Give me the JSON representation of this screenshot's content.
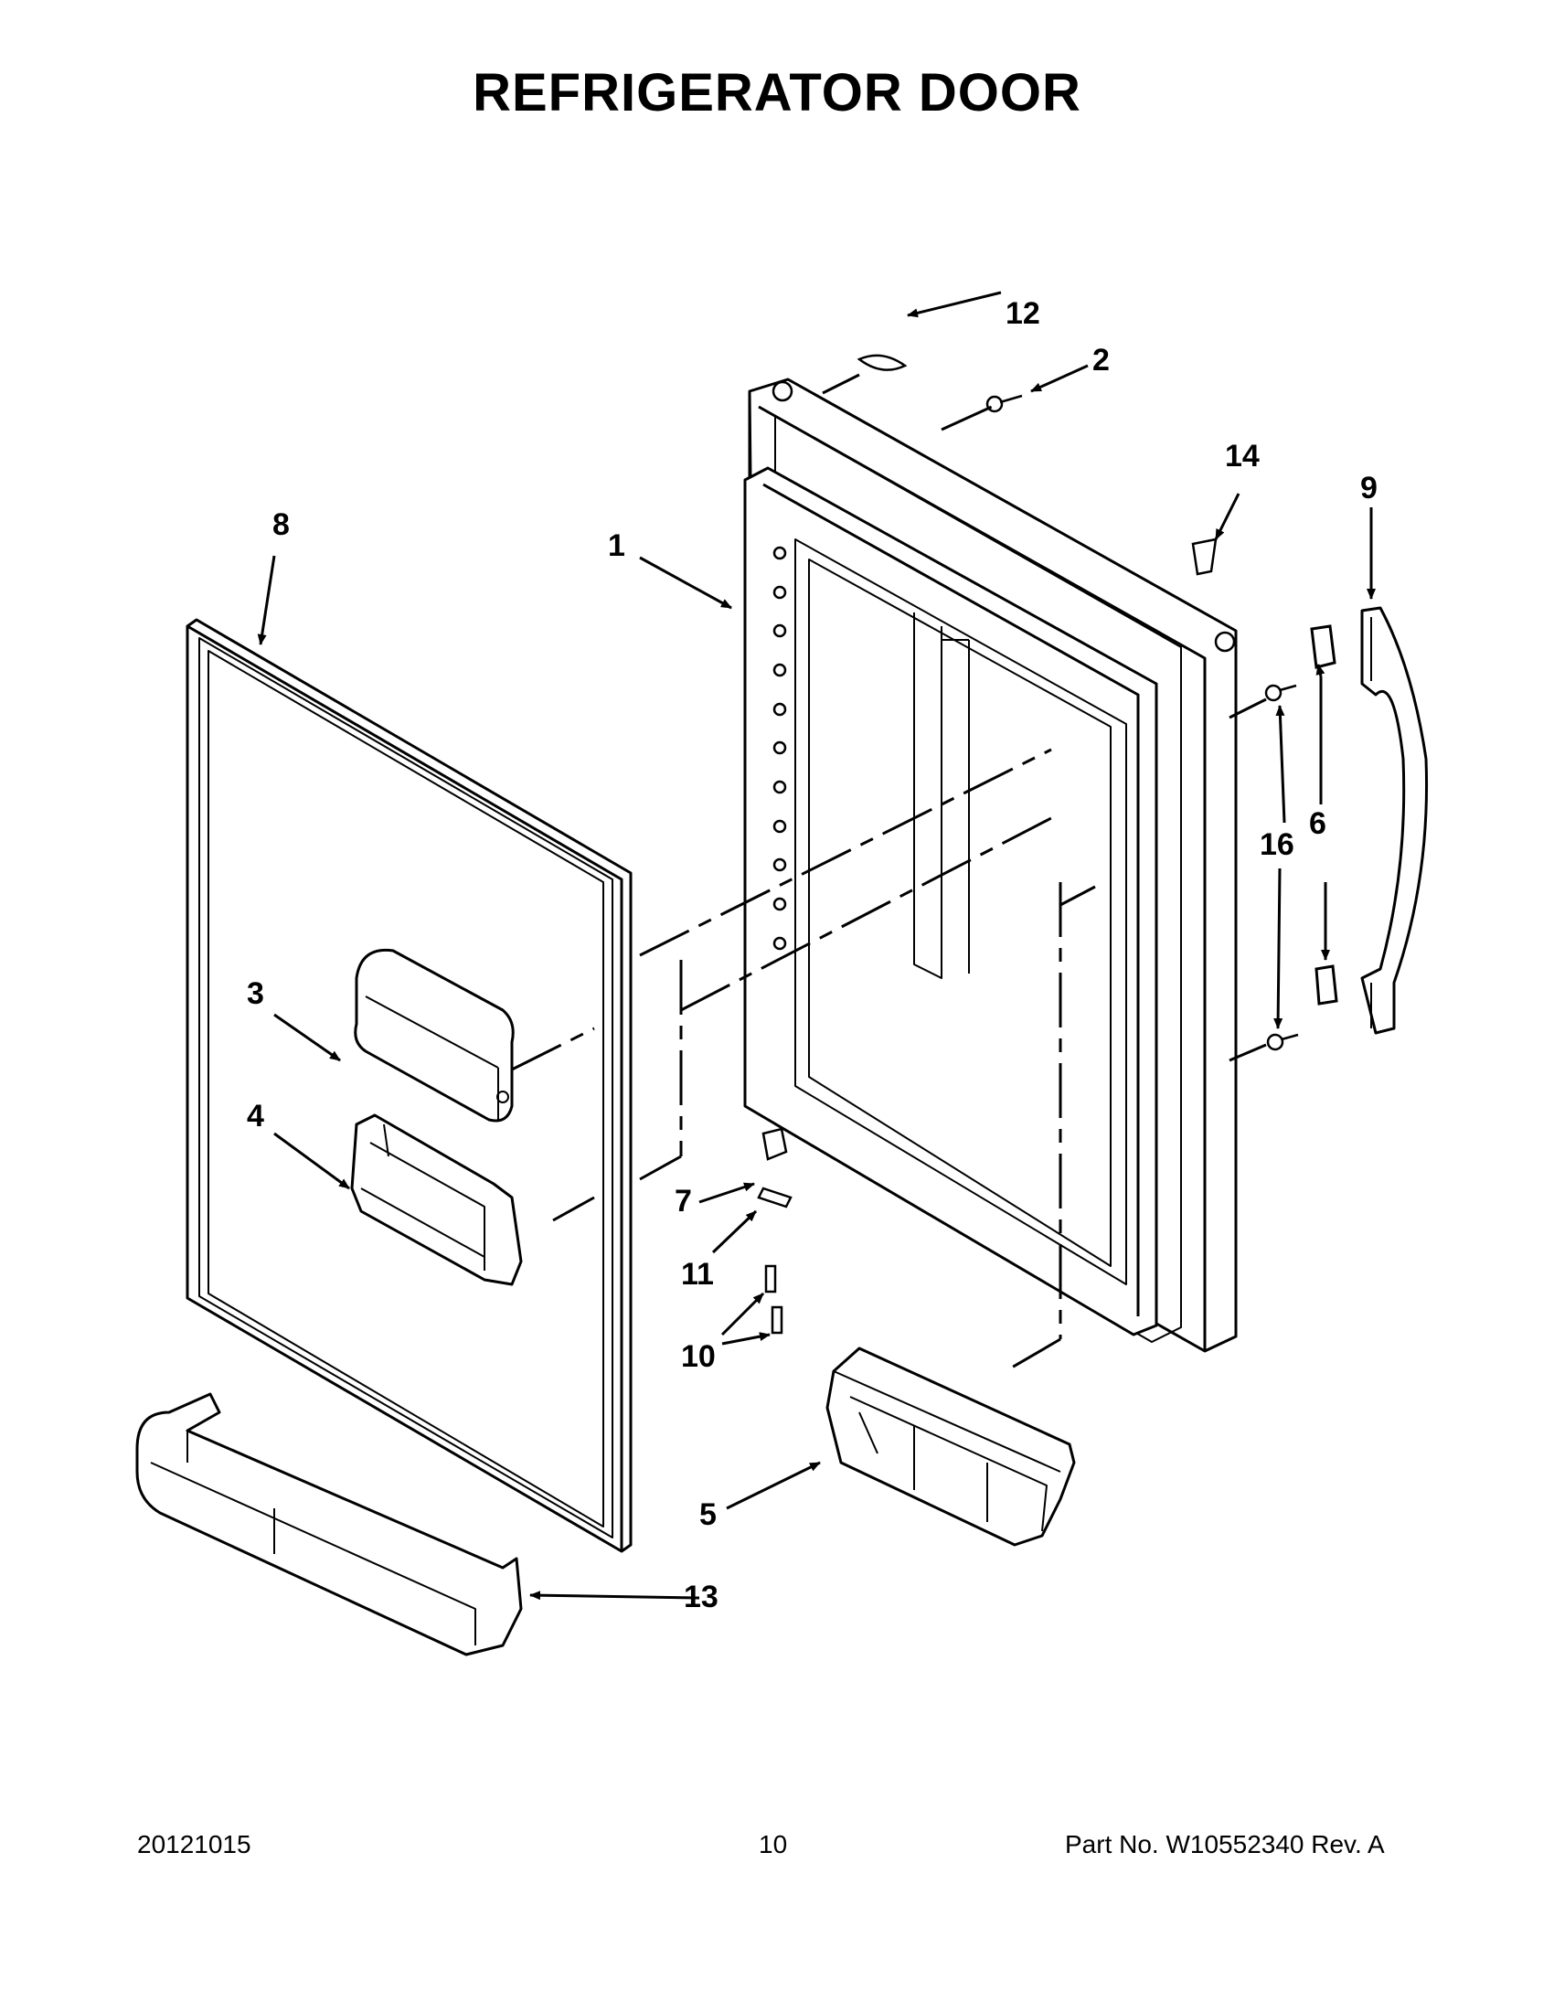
{
  "title": "REFRIGERATOR DOOR",
  "callouts": {
    "c1": "1",
    "c2": "2",
    "c3": "3",
    "c4": "4",
    "c5": "5",
    "c6": "6",
    "c7": "7",
    "c8": "8",
    "c9": "9",
    "c10": "10",
    "c11": "11",
    "c12": "12",
    "c13": "13",
    "c14": "14",
    "c16": "16"
  },
  "footer": {
    "date": "20121015",
    "page": "10",
    "part_no": "Part No.  W10552340  Rev.  A"
  }
}
